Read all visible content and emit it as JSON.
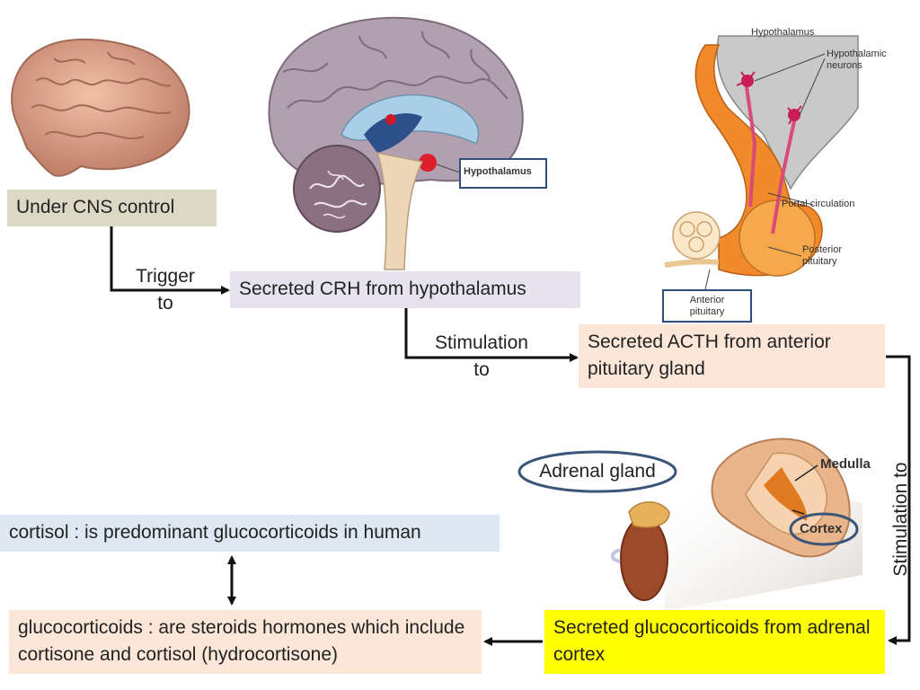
{
  "boxes": {
    "cns": "Under CNS control",
    "crh": "Secreted  CRH from hypothalamus",
    "acth": "Secreted  ACTH from anterior pituitary gland",
    "gluco_secreted": "Secreted glucocorticoids  from adrenal cortex",
    "gluco_def": "glucocorticoids : are steroids hormones which include cortisone and cortisol (hydrocortisone)",
    "cortisol": "cortisol : is predominant glucocorticoids in human"
  },
  "arrow_labels": {
    "trigger": [
      "Trigger",
      "to"
    ],
    "stimulation1": [
      "Stimulation",
      "to"
    ],
    "stimulation2": "Stimulation  to"
  },
  "image_labels": {
    "hypothalamus_tag": "Hypothalamus",
    "pit_hypothalamus": "Hypothalamus",
    "pit_neurons": [
      "Hypothalamic",
      "neurons"
    ],
    "pit_portal": "Portal circulation",
    "pit_posterior": [
      "Posterior",
      "pituitary"
    ],
    "pit_anterior": [
      "Anterior",
      "pituitary"
    ],
    "adrenal_gland": "Adrenal gland",
    "medulla": "Medulla",
    "cortex": "Cortex"
  },
  "colors": {
    "cns_box": "#dcd8c6",
    "crh_box": "#e6e3ee",
    "acth_box": "#fbe6d8",
    "gluco_secreted_box": "#ffff00",
    "gluco_def_box": "#fbe6d8",
    "cortisol_box": "#dde8f3",
    "oval_border": "#3b5578"
  }
}
